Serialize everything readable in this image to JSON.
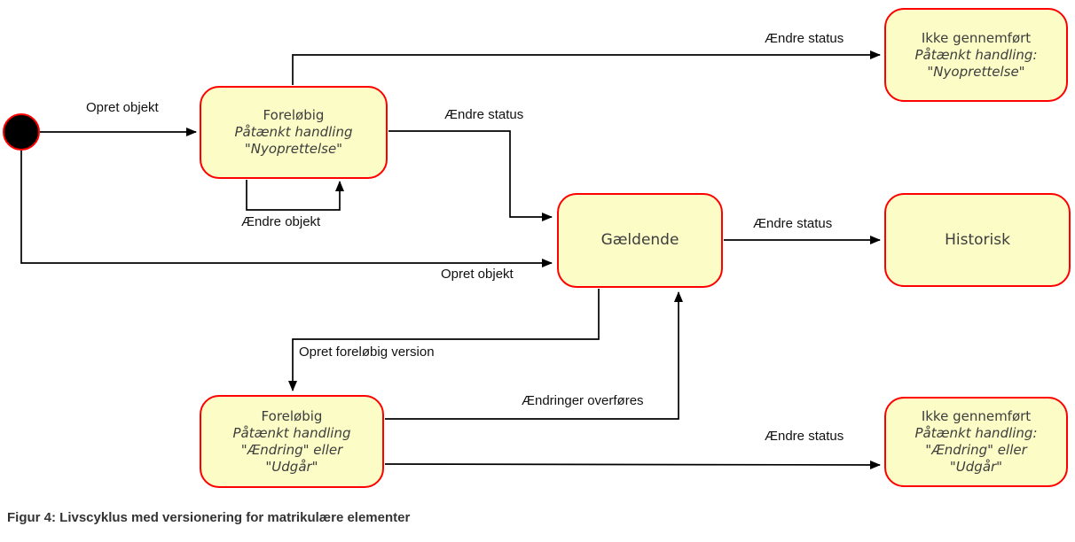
{
  "figure_caption": "Figur 4: Livscyklus med versionering for matrikulære elementer",
  "colors": {
    "state_fill": "#FCFCC6",
    "state_border": "#FF0000",
    "connector": "#000000",
    "initial_state_fill": "#000000"
  },
  "states": {
    "forelobig_ny": {
      "name": "Foreløbig",
      "action_line1": "Påtænkt handling",
      "action_line2": "\"Nyoprettelse\""
    },
    "ikke_gennemfort_ny": {
      "name": "Ikke gennemført",
      "action_line1": "Påtænkt handling:",
      "action_line2": "\"Nyoprettelse\""
    },
    "galdende": {
      "name": "Gældende"
    },
    "historisk": {
      "name": "Historisk"
    },
    "forelobig_aendring": {
      "name": "Foreløbig",
      "action_line1": "Påtænkt handling",
      "action_line2": "\"Ændring\" eller",
      "action_line3": "\"Udgår\""
    },
    "ikke_gennemfort_aendring": {
      "name": "Ikke gennemført",
      "action_line1": "Påtænkt handling:",
      "action_line2": "\"Ændring\" eller",
      "action_line3": "\"Udgår\""
    }
  },
  "edges": {
    "opret_objekt_1": "Opret objekt",
    "opret_objekt_2": "Opret objekt",
    "aendre_objekt": "Ændre objekt",
    "aendre_status_to_ikke_gennemfort_ny": "Ændre status",
    "aendre_status_to_galdende": "Ændre status",
    "aendre_status_to_historisk": "Ændre status",
    "aendre_status_to_ikke_gennemfort_aendring": "Ændre status",
    "opret_forelobig_version": "Opret foreløbig version",
    "aendringer_overfores": "Ændringer overføres"
  }
}
